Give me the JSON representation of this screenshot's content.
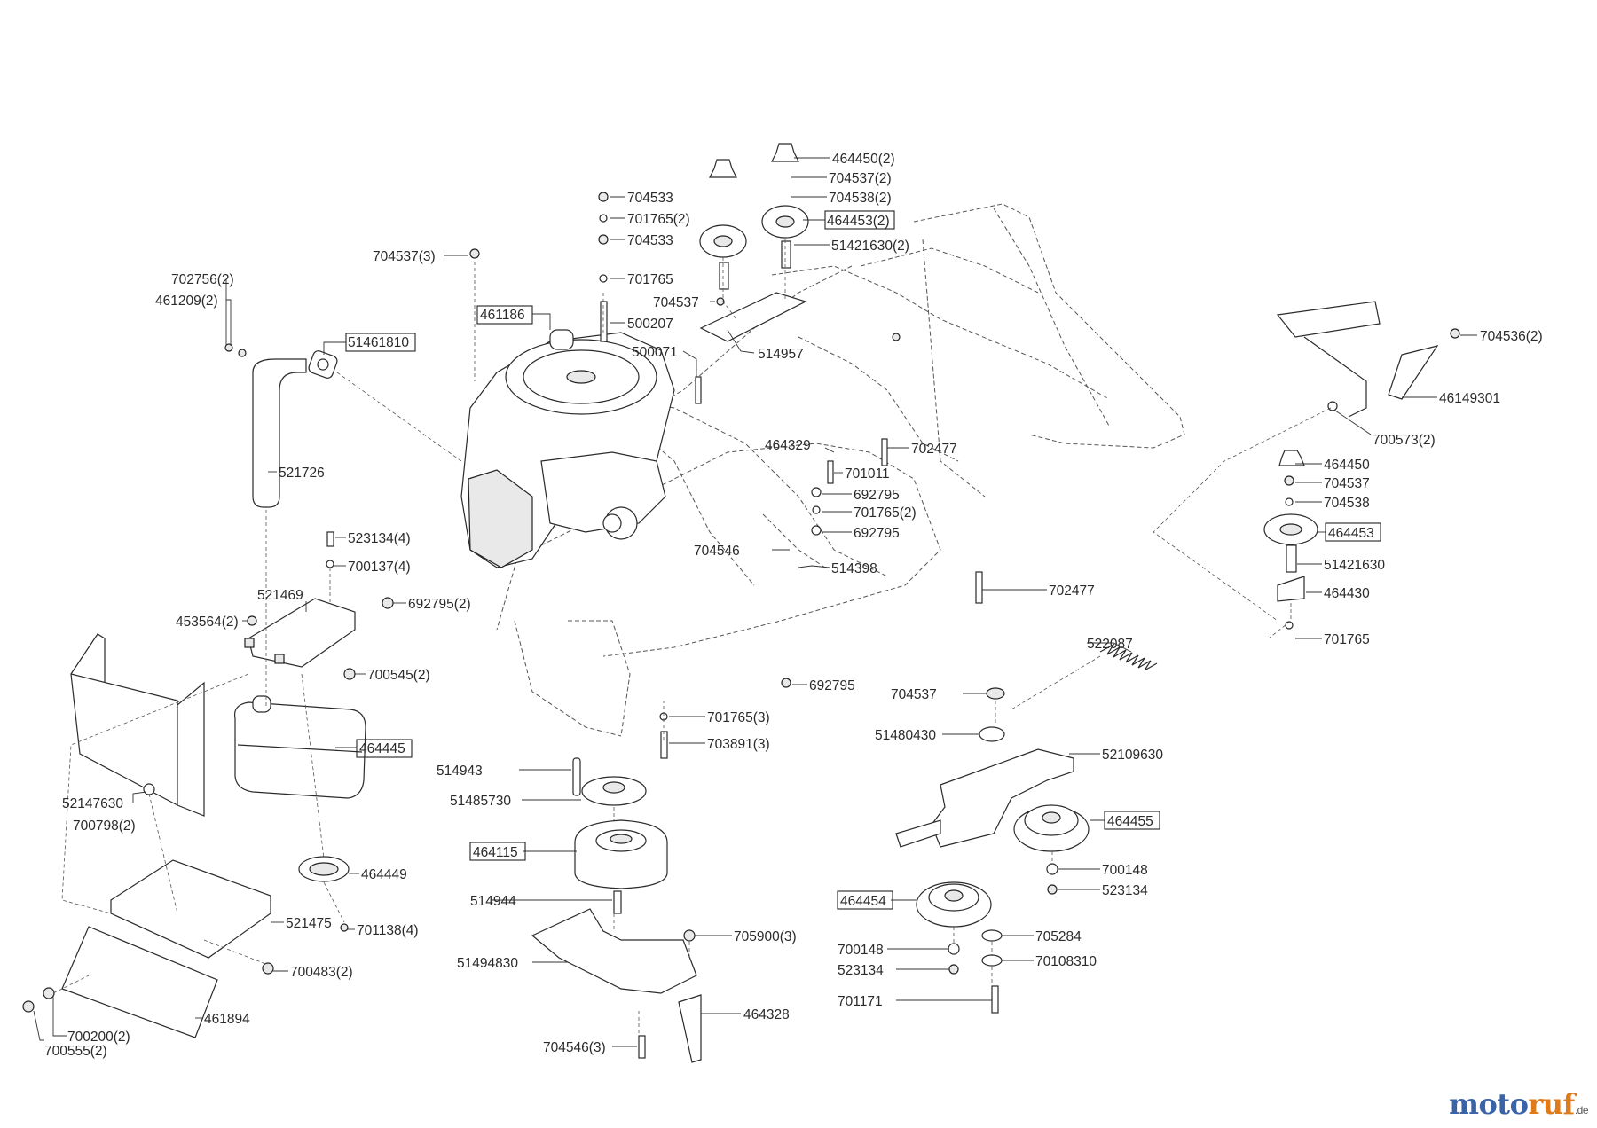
{
  "labels": {
    "l464450_2": "464450(2)",
    "l704537_2": "704537(2)",
    "l704538_2": "704538(2)",
    "l464453_2": "464453(2)",
    "l51421630_2": "51421630(2)",
    "l704533_a": "704533",
    "l701765_2a": "701765(2)",
    "l704533_b": "704533",
    "l704537_3": "704537(3)",
    "l701765_a": "701765",
    "l704537_a": "704537",
    "l500207": "500207",
    "l461186": "461186",
    "l514957": "514957",
    "l500071": "500071",
    "l702756_2": "702756(2)",
    "l461209_2": "461209(2)",
    "l51461810": "51461810",
    "l521726": "521726",
    "l464329": "464329",
    "l702477_a": "702477",
    "l701011": "701011",
    "l692795_a": "692795",
    "l701765_2b": "701765(2)",
    "l692795_b": "692795",
    "l704546": "704546",
    "l514398": "514398",
    "l702477_b": "702477",
    "l523134_4": "523134(4)",
    "l700137_4": "700137(4)",
    "l521469": "521469",
    "l692795_2": "692795(2)",
    "l453564_2": "453564(2)",
    "l700545_2": "700545(2)",
    "l464445": "464445",
    "l52147630": "52147630",
    "l700798_2": "700798(2)",
    "l464449": "464449",
    "l521475": "521475",
    "l701138_4": "701138(4)",
    "l700483_2": "700483(2)",
    "l461894": "461894",
    "l700200_2": "700200(2)",
    "l700555_2": "700555(2)",
    "l692795_c": "692795",
    "l701765_3": "701765(3)",
    "l703891_3": "703891(3)",
    "l514943": "514943",
    "l51485730": "51485730",
    "l464115": "464115",
    "l514944": "514944",
    "l705900_3": "705900(3)",
    "l51494830": "51494830",
    "l464328": "464328",
    "l704546_3": "704546(3)",
    "l704536_2": "704536(2)",
    "l46149301": "46149301",
    "l700573_2": "700573(2)",
    "l464450": "464450",
    "l704537_b": "704537",
    "l704538": "704538",
    "l464453": "464453",
    "l51421630": "51421630",
    "l464430": "464430",
    "l701765_b": "701765",
    "l522087": "522087",
    "l704537_c": "704537",
    "l51480430": "51480430",
    "l52109630": "52109630",
    "l464455": "464455",
    "l700148_a": "700148",
    "l523134_a": "523134",
    "l464454": "464454",
    "l705284": "705284",
    "l700148_b": "700148",
    "l70108310": "70108310",
    "l523134_b": "523134",
    "l701171": "701171"
  },
  "watermark": {
    "brand_m": "moto",
    "brand_o": "ruf",
    "brand_tld": ".de"
  }
}
